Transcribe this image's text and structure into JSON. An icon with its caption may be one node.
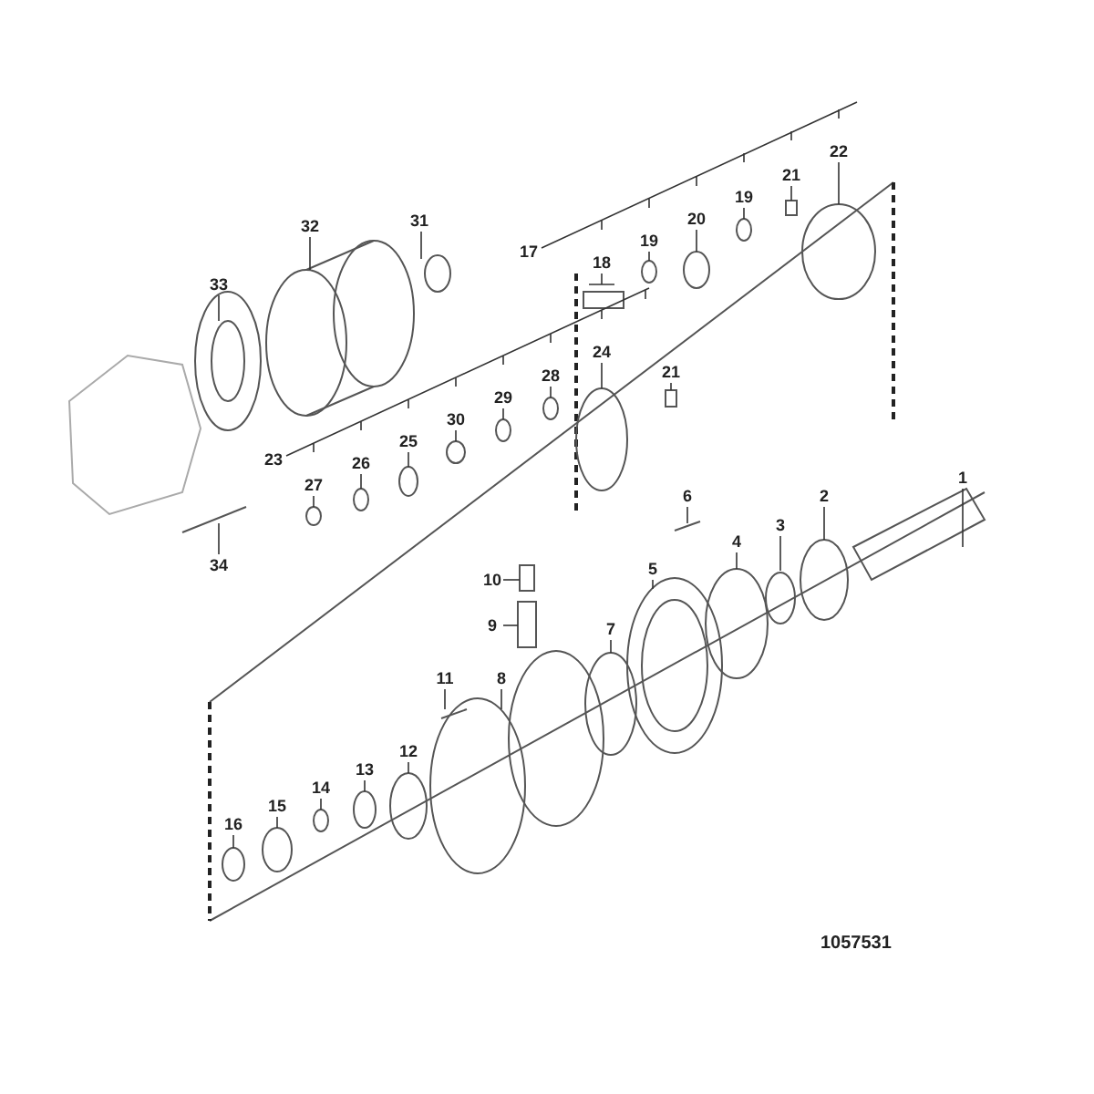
{
  "diagram": {
    "nodes": [
      {
        "text": [
          "1"
        ]
      },
      {
        "text": [
          "2"
        ]
      },
      {
        "text": [
          "3"
        ]
      },
      {
        "text": [
          "4"
        ]
      },
      {
        "text": [
          "5"
        ]
      },
      {
        "text": [
          "6"
        ]
      },
      {
        "text": [
          "7"
        ]
      },
      {
        "text": [
          "8"
        ]
      },
      {
        "text": [
          "9"
        ]
      },
      {
        "text": [
          "10"
        ]
      },
      {
        "text": [
          "11"
        ]
      },
      {
        "text": [
          "12"
        ]
      },
      {
        "text": [
          "13"
        ]
      },
      {
        "text": [
          "14"
        ]
      },
      {
        "text": [
          "15"
        ]
      },
      {
        "text": [
          "16"
        ]
      },
      {
        "text": [
          "17"
        ]
      },
      {
        "text": [
          "18"
        ]
      },
      {
        "text": [
          "19"
        ]
      },
      {
        "text": [
          "19"
        ]
      },
      {
        "text": [
          "20"
        ]
      },
      {
        "text": [
          "21"
        ]
      },
      {
        "text": [
          "21"
        ]
      },
      {
        "text": [
          "22"
        ]
      },
      {
        "text": [
          "23"
        ]
      },
      {
        "text": [
          "24"
        ]
      },
      {
        "text": [
          "25"
        ]
      },
      {
        "text": [
          "26"
        ]
      },
      {
        "text": [
          "27"
        ]
      },
      {
        "text": [
          "28"
        ]
      },
      {
        "text": [
          "29"
        ]
      },
      {
        "text": [
          "30"
        ]
      },
      {
        "text": [
          "31"
        ]
      },
      {
        "text": [
          "32"
        ]
      },
      {
        "text": [
          "33"
        ]
      },
      {
        "text": [
          "34"
        ]
      }
    ],
    "edges": [
      {
        "from": 0,
        "to": null,
        "arrow": "none"
      },
      {
        "from": 1,
        "to": null,
        "arrow": "none"
      },
      {
        "from": 2,
        "to": null,
        "arrow": "none"
      },
      {
        "from": 3,
        "to": null,
        "arrow": "none"
      },
      {
        "from": 4,
        "to": null,
        "arrow": "none"
      },
      {
        "from": 5,
        "to": null,
        "arrow": "none"
      },
      {
        "from": 6,
        "to": null,
        "arrow": "none"
      },
      {
        "from": 7,
        "to": null,
        "arrow": "none"
      },
      {
        "from": 8,
        "to": null,
        "arrow": "none"
      },
      {
        "from": 9,
        "to": null,
        "arrow": "none"
      },
      {
        "from": 10,
        "to": null,
        "arrow": "none"
      },
      {
        "from": 11,
        "to": null,
        "arrow": "none"
      },
      {
        "from": 12,
        "to": null,
        "arrow": "none"
      },
      {
        "from": 13,
        "to": null,
        "arrow": "none"
      },
      {
        "from": 14,
        "to": null,
        "arrow": "none"
      },
      {
        "from": 15,
        "to": null,
        "arrow": "none"
      },
      {
        "from": 16,
        "to": null,
        "arrow": "none"
      },
      {
        "from": 17,
        "to": null,
        "arrow": "none"
      },
      {
        "from": 18,
        "to": null,
        "arrow": "none"
      },
      {
        "from": 19,
        "to": null,
        "arrow": "none"
      },
      {
        "from": 20,
        "to": null,
        "arrow": "none"
      },
      {
        "from": 21,
        "to": null,
        "arrow": "none"
      },
      {
        "from": 22,
        "to": null,
        "arrow": "none"
      },
      {
        "from": 23,
        "to": null,
        "arrow": "none"
      },
      {
        "from": 24,
        "to": null,
        "arrow": "none"
      },
      {
        "from": 25,
        "to": null,
        "arrow": "none"
      },
      {
        "from": 26,
        "to": null,
        "arrow": "none"
      },
      {
        "from": 27,
        "to": null,
        "arrow": "none"
      },
      {
        "from": 28,
        "to": null,
        "arrow": "none"
      },
      {
        "from": 29,
        "to": null,
        "arrow": "none"
      },
      {
        "from": 30,
        "to": null,
        "arrow": "none"
      },
      {
        "from": 31,
        "to": null,
        "arrow": "none"
      },
      {
        "from": 32,
        "to": null,
        "arrow": "none"
      },
      {
        "from": 33,
        "to": null,
        "arrow": "none"
      },
      {
        "from": 34,
        "to": null,
        "arrow": "none"
      },
      {
        "from": 35,
        "to": null,
        "arrow": "none"
      }
    ],
    "labels": [
      "1057531"
    ]
  }
}
